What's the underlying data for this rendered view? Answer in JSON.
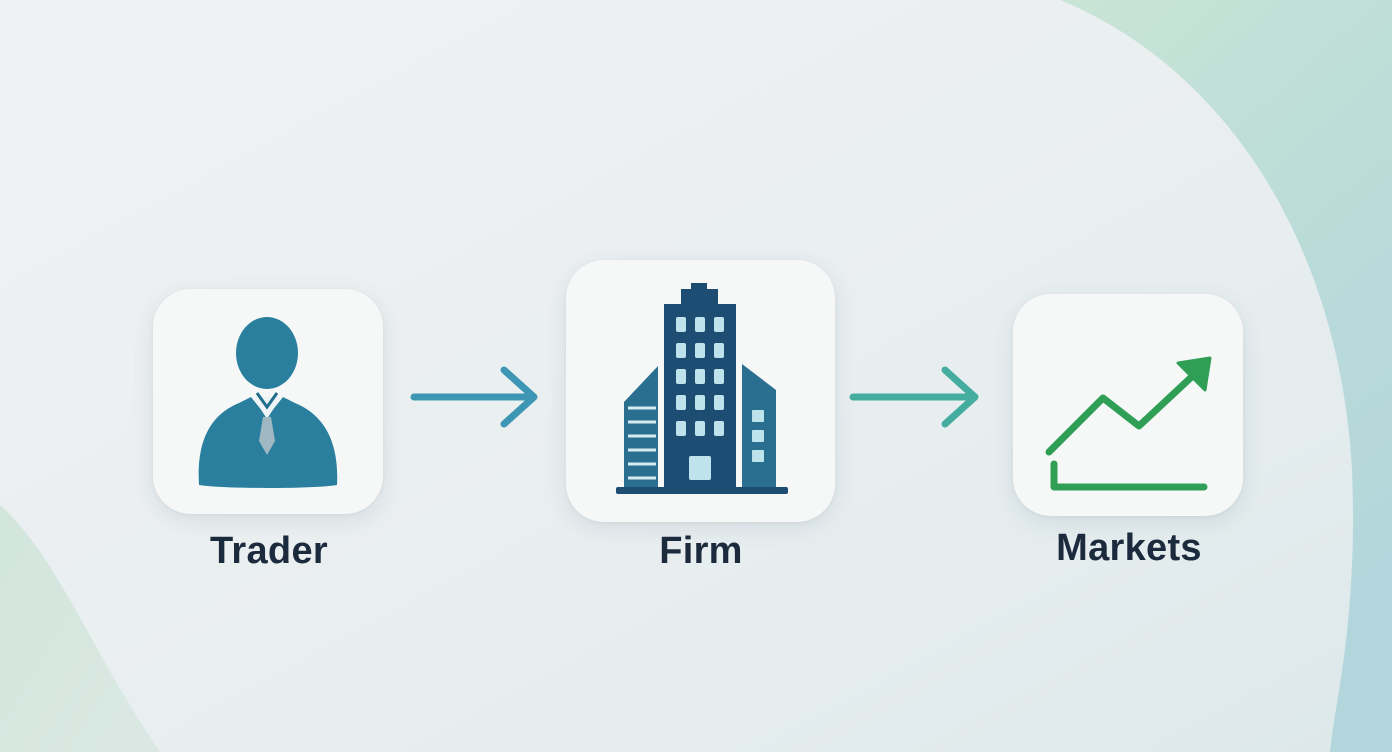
{
  "nodes": [
    {
      "label": "Trader",
      "icon": "person-icon"
    },
    {
      "label": "Firm",
      "icon": "office-building-icon"
    },
    {
      "label": "Markets",
      "icon": "trend-up-chart-icon"
    }
  ],
  "colors": {
    "trader": "#2a7f9e",
    "firm": "#1e4d74",
    "firm_windows": "#bfe3ec",
    "markets": "#2e9f55",
    "arrow_1": "#3d97b4",
    "arrow_2": "#45ad9f",
    "text": "#1b2a3c"
  }
}
